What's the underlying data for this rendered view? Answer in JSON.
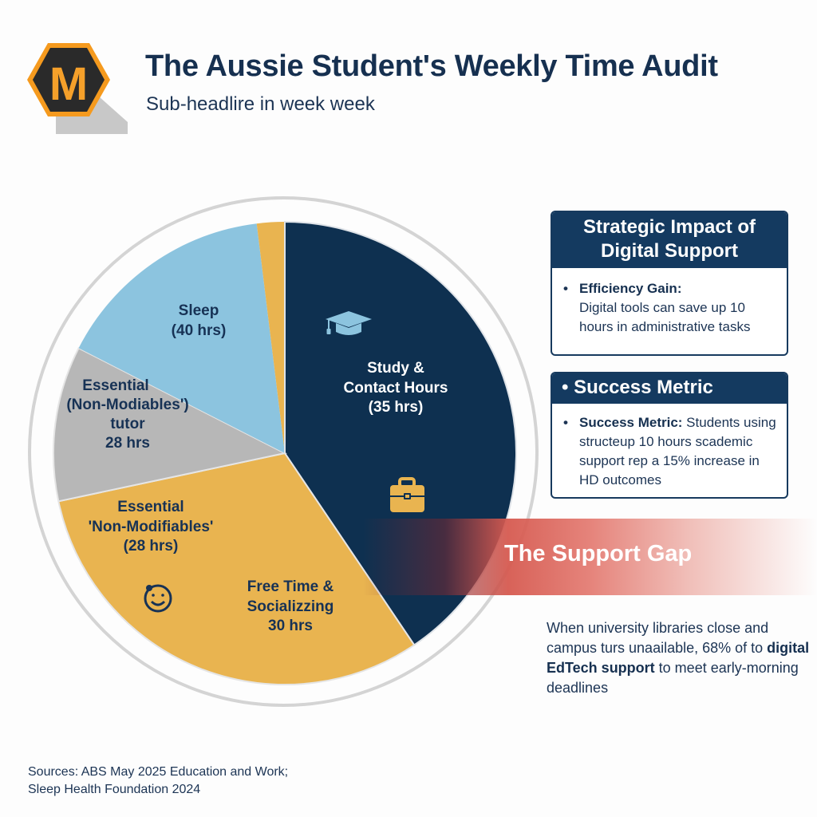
{
  "header": {
    "title": "The Aussie Student's Weekly Time Audit",
    "subtitle": "Sub-headlire in week week",
    "logo_letter": "M"
  },
  "colors": {
    "navy": "#0e3050",
    "orange": "#e9b450",
    "gray": "#b7b7b7",
    "light_blue": "#8cc4df",
    "accent_red": "#d85a4f",
    "logo_orange": "#f59a1e",
    "logo_dark": "#2a2a2a"
  },
  "chart_data": {
    "type": "pie",
    "title": "The Aussie Student's Weekly Time Audit",
    "slices": [
      {
        "label": "Study & Contact Hours",
        "value": 35,
        "unit": "hrs",
        "color": "#0e3050",
        "icons": [
          "graduation-cap",
          "briefcase"
        ]
      },
      {
        "label": "Essential 'Non-Modifiables' / Free Time & Socializzing",
        "value": 58,
        "unit": "hrs",
        "color": "#e9b450",
        "sub_labels": [
          "Essential 'Non-Modifiables' (28 hrs)",
          "Free Time & Socializzing 30 hrs"
        ],
        "icons": [
          "smiley"
        ]
      },
      {
        "label": "Essential (Non-Modiables') tutor",
        "value": 28,
        "unit": "hrs",
        "color": "#b7b7b7"
      },
      {
        "label": "Sleep",
        "value": 40,
        "unit": "hrs",
        "color": "#8cc4df"
      },
      {
        "label": "(unlabeled sliver)",
        "value": 3,
        "unit": "hrs",
        "color": "#e9b450"
      }
    ],
    "approx_angles_deg": [
      [
        0,
        146
      ],
      [
        146,
        258
      ],
      [
        258,
        297
      ],
      [
        297,
        353
      ],
      [
        353,
        360
      ]
    ],
    "legend": "none (labels inside slices)"
  },
  "pie": {
    "labels": {
      "study": [
        "Study &",
        "Contact Hours",
        "(35 hrs)"
      ],
      "sleep": [
        "Sleep",
        "(40 hrs)"
      ],
      "gray": [
        "Essential",
        "(Non-Modiables')",
        "tutor",
        "28 hrs"
      ],
      "essential": [
        "Essential",
        "'Non-Modifiables'",
        "(28 hrs)"
      ],
      "free": [
        "Free Time &",
        "Socializzing",
        "30 hrs"
      ]
    },
    "icons": [
      "graduation-cap-icon",
      "briefcase-icon",
      "smiley-icon"
    ]
  },
  "cards": [
    {
      "heading_lines": [
        "Strategic Impact of",
        "Digital Support"
      ],
      "bullet_bold": "Efficiency Gain:",
      "bullet_lines": [
        "Digital tools can save up 10",
        "hours in administrative tasks"
      ]
    },
    {
      "heading": "• Success Metric",
      "bullet_bold": "Success Metric:",
      "bullet_text": " Students using structeup 10 hours scademic support rep a 15% increase in HD outcomes"
    }
  ],
  "support_gap": {
    "title": "The Support Gap",
    "text_before": "When university libraries close and campus turs unaailable, 68% of to ",
    "text_bold": "digital EdTech support",
    "text_after": " to meet early-morning deadlines"
  },
  "sources": {
    "line1": "Sources: ABS May 2025 Education and Work;",
    "line2": "Sleep Health Foundation 2024"
  }
}
